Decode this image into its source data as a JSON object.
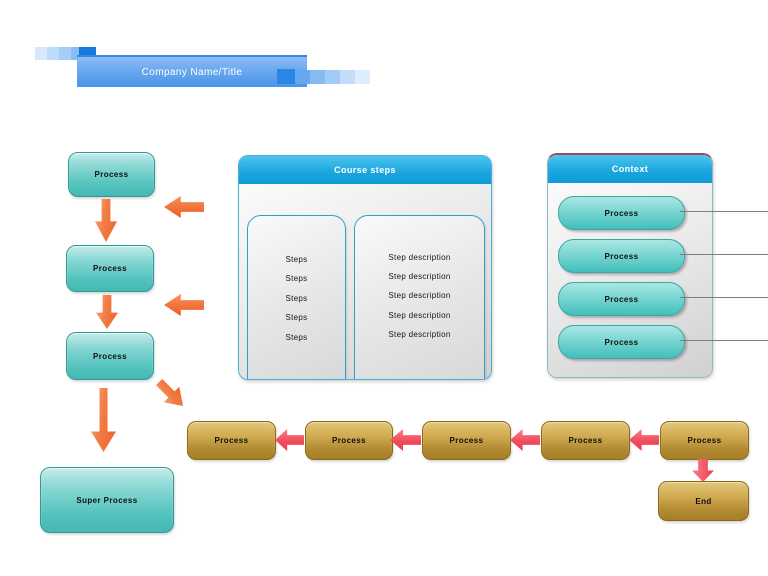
{
  "company": {
    "title": "Company Name/Title"
  },
  "left_flow": {
    "items": [
      "Process",
      "Process",
      "Process"
    ],
    "super_label": "Super Process"
  },
  "course_steps": {
    "title": "Course steps",
    "steps": [
      "Steps",
      "Steps",
      "Steps",
      "Steps",
      "Steps"
    ],
    "descriptions": [
      "Step description",
      "Step description",
      "Step description",
      "Step description",
      "Step description"
    ]
  },
  "context": {
    "title": "Context",
    "items": [
      "Process",
      "Process",
      "Process",
      "Process"
    ]
  },
  "bottom_flow": {
    "items": [
      "Process",
      "Process",
      "Process",
      "Process",
      "Process"
    ],
    "end_label": "End"
  },
  "colors": {
    "panel_header_blue": "#1aa5de",
    "banner_blue": "#4a94ea",
    "teal_node": "#4cc3bf",
    "gold_node": "#b18931",
    "orange_arrow": "#ee6a33",
    "red_arrow": "#ee3a4c",
    "connector_gray": "#7d7d7d",
    "context_top_border": "#a04858"
  }
}
